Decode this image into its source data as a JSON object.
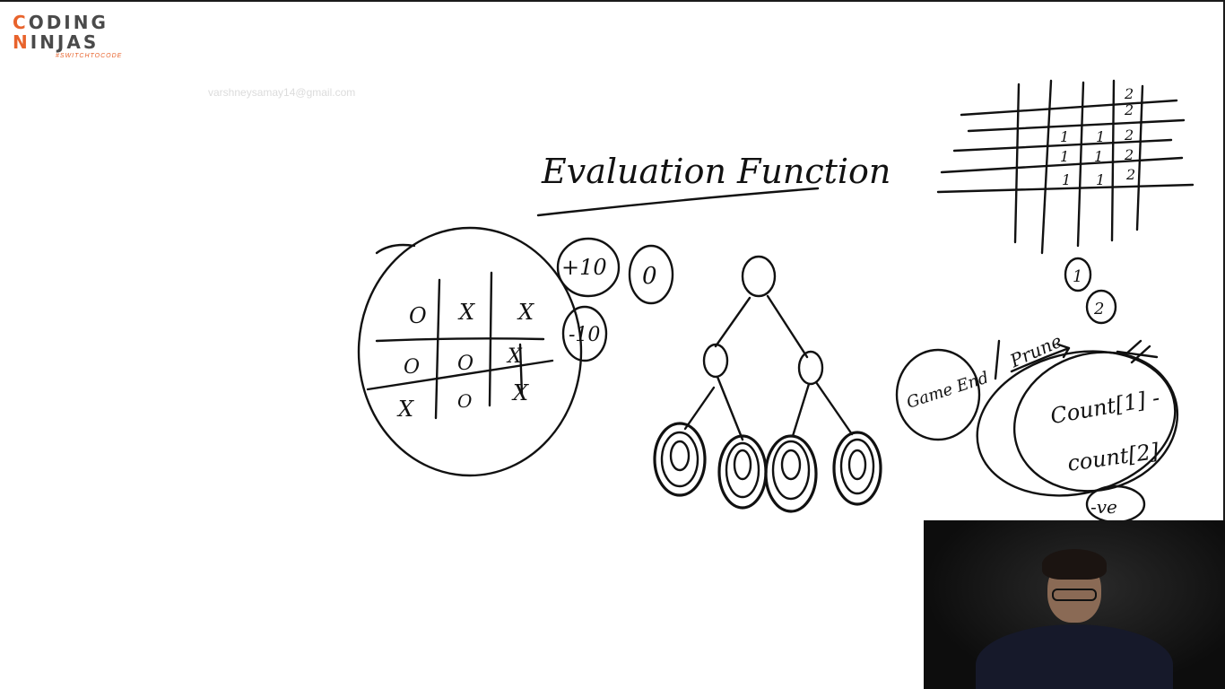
{
  "brand": {
    "logo_line1_a": "C",
    "logo_line1_b": "ODING",
    "logo_line2_a": "N",
    "logo_line2_b": "INJAS",
    "tagline": "#SWITCHTOCODE"
  },
  "watermark": "varshneysamay14@gmail.com",
  "whiteboard": {
    "title": "Evaluation Function",
    "tictactoe_cells": [
      "O",
      "X",
      "X",
      "O",
      "O",
      "X",
      "X",
      "O",
      "X"
    ],
    "score_plus": "+10",
    "score_minus": "-10",
    "score_zero": "0",
    "grid_labels": [
      "2",
      "2",
      "1",
      "1",
      "2",
      "1",
      "1",
      "2",
      "1",
      "1",
      "2"
    ],
    "circle_one": "1",
    "circle_two": "2",
    "game_end": "Game End",
    "prune": "Prune",
    "count_one": "Count[1] -",
    "count_two": "count[2]",
    "negative_label": "-ve"
  },
  "colors": {
    "brand_orange": "#e8632c",
    "ink": "#111111"
  },
  "webcam": {
    "description_icon": "presenter-video-icon"
  }
}
